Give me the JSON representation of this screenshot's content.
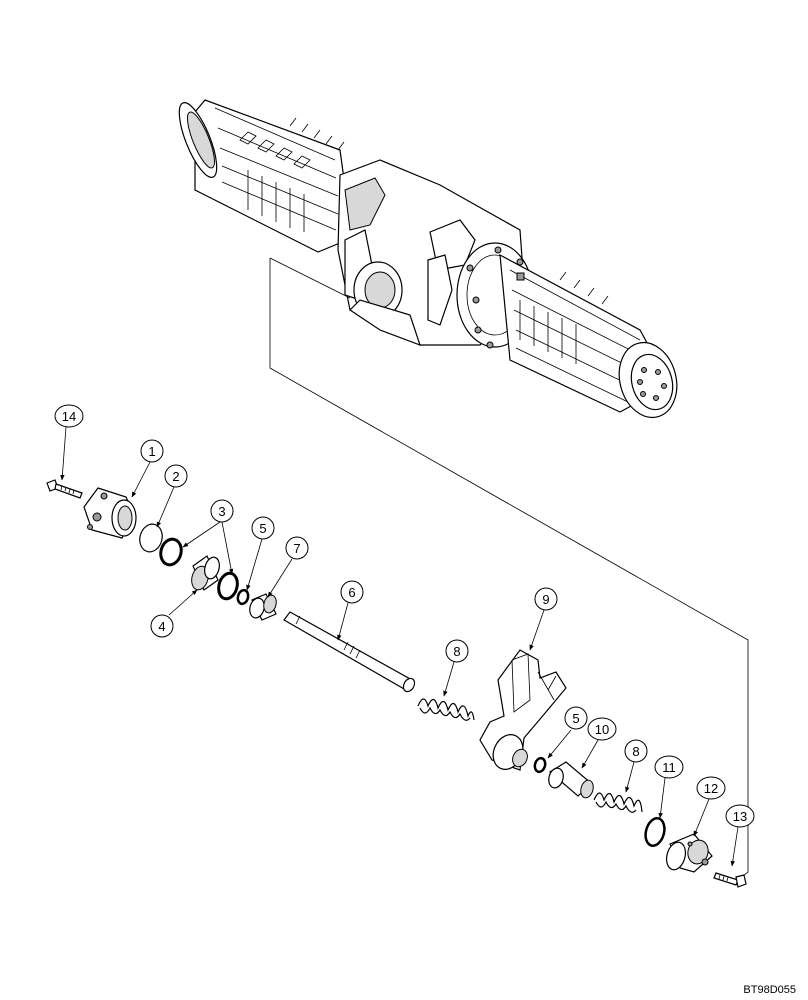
{
  "diagram": {
    "callouts": [
      {
        "id": "c1",
        "label": "1"
      },
      {
        "id": "c2",
        "label": "2"
      },
      {
        "id": "c3",
        "label": "3"
      },
      {
        "id": "c4",
        "label": "4"
      },
      {
        "id": "c5a",
        "label": "5"
      },
      {
        "id": "c5b",
        "label": "5"
      },
      {
        "id": "c6",
        "label": "6"
      },
      {
        "id": "c7",
        "label": "7"
      },
      {
        "id": "c8a",
        "label": "8"
      },
      {
        "id": "c8b",
        "label": "8"
      },
      {
        "id": "c9",
        "label": "9"
      },
      {
        "id": "c10",
        "label": "10"
      },
      {
        "id": "c11",
        "label": "11"
      },
      {
        "id": "c12",
        "label": "12"
      },
      {
        "id": "c13",
        "label": "13"
      },
      {
        "id": "c14",
        "label": "14"
      }
    ],
    "drawing_code": "BT98D055"
  }
}
